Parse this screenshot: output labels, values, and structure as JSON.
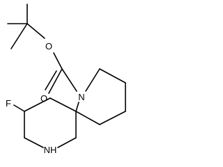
{
  "molecule": {
    "atoms": {
      "oxygen_ether": "O",
      "oxygen_carbonyl": "O",
      "nitrogen_piperidine": "N",
      "fluorine": "F",
      "nitrogen_amine": "NH"
    }
  }
}
